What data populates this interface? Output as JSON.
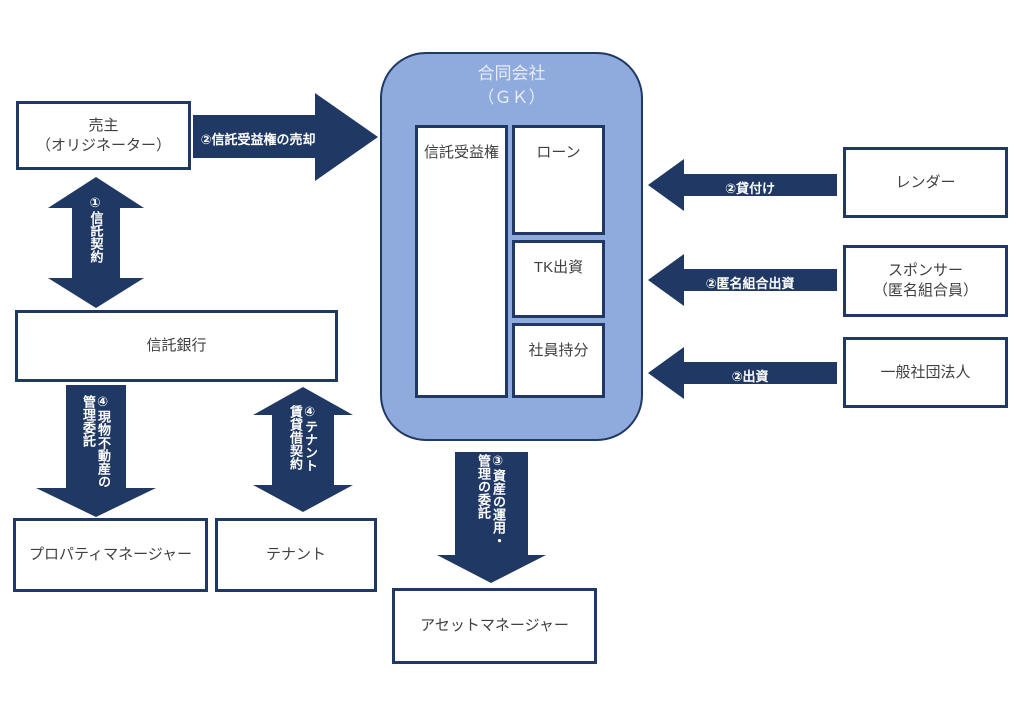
{
  "colors": {
    "navy": "#1F3864",
    "gk_fill": "#8FAADC",
    "box_border": "#1F3864",
    "box_text": "#404040",
    "arrow_label_text": "#FFFFFF",
    "gk_title_text": "#E7ECF7",
    "background": "#FFFFFF"
  },
  "gk": {
    "title": [
      "合同会社",
      "（ＧＫ）"
    ],
    "trust_beneficiary": "信託受益権",
    "loan": "ローン",
    "tk_investment": "TK出資",
    "member_equity": "社員持分"
  },
  "boxes": {
    "seller": [
      "売主",
      "（オリジネーター）"
    ],
    "trust_bank": "信託銀行",
    "property_manager": "プロパティマネージャー",
    "tenant": "テナント",
    "asset_manager": "アセットマネージャー",
    "lender": "レンダー",
    "sponsor": [
      "スポンサー",
      "（匿名組合員）"
    ],
    "general_association": "一般社団法人"
  },
  "arrows": {
    "sale": "②信託受益権の売却",
    "trust_agreement": "①信託契約",
    "property_mgmt": [
      "④現物不動産の",
      "管理委託"
    ],
    "tenant_lease": [
      "④テナント",
      "賃貸借契約"
    ],
    "asset_mgmt": [
      "③資産の運用・",
      "管理の委託"
    ],
    "loan": "②貸付け",
    "tk_investment": "②匿名組合出資",
    "equity": "②出資"
  }
}
